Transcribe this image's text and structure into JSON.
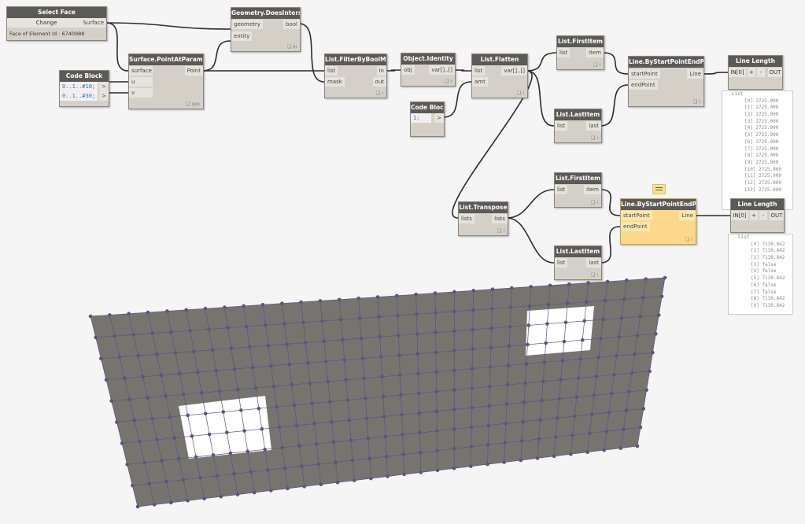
{
  "nodes": {
    "select_face": {
      "title": "Select Face",
      "button": "Change",
      "out": "Surface",
      "info": "Face of Element Id : 6740988"
    },
    "does_intersect": {
      "title": "Geometry.DoesIntersect",
      "in1": "geometry",
      "in2": "entity",
      "out": "bool",
      "foot": "❑ ııı"
    },
    "code_block_1": {
      "title": "Code Block",
      "line1": "0..1..#10;",
      "line2": "0..1..#30;",
      "out": ">"
    },
    "point_at_param": {
      "title": "Surface.PointAtParameter",
      "in1": "surface",
      "in2": "u",
      "in3": "v",
      "out": "Point",
      "foot": "❑ xxx"
    },
    "filter_mask": {
      "title": "List.FilterByBoolMask",
      "in1": "list",
      "in2": "mask",
      "out1": "in",
      "out2": "out",
      "foot": "❑ ı"
    },
    "identity": {
      "title": "Object.Identity",
      "in1": "obj",
      "out": "var[]..[]",
      "foot": "❑ ı"
    },
    "code_block_2": {
      "title": "Code Block",
      "line1": "1;",
      "out": ">"
    },
    "flatten": {
      "title": "List.Flatten",
      "in1": "list",
      "in2": "amt",
      "out": "var[]..[]",
      "foot": "❑ ı"
    },
    "first_item_1": {
      "title": "List.FirstItem",
      "in1": "list",
      "out": "item",
      "foot": "❑ ı"
    },
    "last_item_1": {
      "title": "List.LastItem",
      "in1": "list",
      "out": "last",
      "foot": "❑ ı"
    },
    "line_1": {
      "title": "Line.ByStartPointEndPoint",
      "in1": "startPoint",
      "in2": "endPoint",
      "out": "Line",
      "foot": "❑ ı"
    },
    "length_1": {
      "title": "Line Length",
      "in": "IN[0]",
      "plus": "+",
      "minus": "-",
      "out": "OUT"
    },
    "transpose": {
      "title": "List.Transpose",
      "in1": "lists",
      "out": "lists",
      "foot": "❑ ı"
    },
    "first_item_2": {
      "title": "List.FirstItem",
      "in1": "list",
      "out": "item",
      "foot": "❑ ı"
    },
    "last_item_2": {
      "title": "List.LastItem",
      "in1": "list",
      "out": "last",
      "foot": "❑ ı"
    },
    "line_2": {
      "title": "Line.ByStartPointEndPoint",
      "in1": "startPoint",
      "in2": "endPoint",
      "out": "Line",
      "foot": "❑ ı"
    },
    "length_2": {
      "title": "Line Length",
      "in": "IN[0]",
      "plus": "+",
      "minus": "-",
      "out": "OUT"
    }
  },
  "watch_1": {
    "header": "List",
    "items": [
      "[0] 2725.000",
      "[1] 2725.000",
      "[2] 2725.000",
      "[3] 2725.000",
      "[4] 2725.000",
      "[5] 2725.000",
      "[6] 2725.000",
      "[7] 2725.000",
      "[8] 2725.000",
      "[9] 2725.000",
      "[10] 2725.000",
      "[11] 2725.000",
      "[12] 2725.000",
      "[13] 2725.000"
    ]
  },
  "watch_2": {
    "header": "List",
    "items": [
      "[0] 7130.842",
      "[1] 7130.842",
      "[2] 7130.842",
      "[3] false",
      "[4] false",
      "[5] 7130.842",
      "[6] false",
      "[7] false",
      "[8] 7130.842",
      "[9] 7130.842"
    ]
  },
  "colors": {
    "node_header": "#5b5a57",
    "node_body": "#d4d0c8",
    "selected_node": "#fcd98a",
    "surface": "#77746f",
    "grid": "#5a5480"
  }
}
